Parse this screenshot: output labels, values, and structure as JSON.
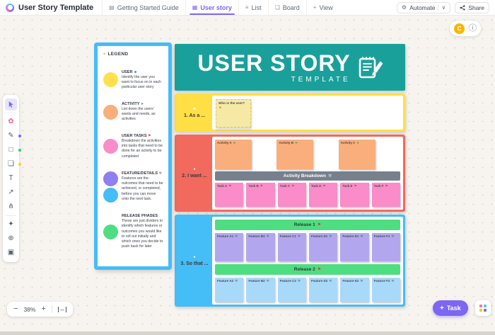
{
  "topbar": {
    "title": "User Story Template",
    "tabs": [
      {
        "label": "Getting Started Guide",
        "icon": "▤",
        "active": false
      },
      {
        "label": "User story",
        "icon": "▦",
        "active": true
      },
      {
        "label": "List",
        "icon": "≡",
        "active": false
      },
      {
        "label": "Board",
        "icon": "❏",
        "active": false
      },
      {
        "label": "View",
        "icon": "+",
        "active": false
      }
    ],
    "automate": {
      "label": "Automate",
      "gear_icon": "⚙",
      "chevron": "∨"
    },
    "share": {
      "label": "Share"
    }
  },
  "userbar": {
    "avatar_initial": "C",
    "info_icon": "ⓘ"
  },
  "toolbar": {
    "tools": [
      {
        "name": "select-tool",
        "svg": true,
        "active": true,
        "divider_after": true
      },
      {
        "name": "stickers-tool",
        "glyph": "✿",
        "color": "#f06292"
      },
      {
        "name": "pen-tool",
        "glyph": "✎",
        "dot": "#7b68ee"
      },
      {
        "name": "shape-tool",
        "glyph": "□",
        "dot": "#2ecc71"
      },
      {
        "name": "sticky-note-tool",
        "glyph": "❏",
        "dot": "#f7cc3b"
      },
      {
        "name": "text-tool",
        "glyph": "T"
      },
      {
        "name": "connector-tool",
        "glyph": "↗"
      },
      {
        "name": "mindmap-tool",
        "glyph": "⋔",
        "divider_after": true
      },
      {
        "name": "ai-tool",
        "glyph": "✦"
      },
      {
        "name": "web-tool",
        "glyph": "⊕"
      },
      {
        "name": "image-tool",
        "glyph": "▣"
      }
    ]
  },
  "legend": {
    "title": "LEGEND",
    "title_icon": "✦",
    "items": [
      {
        "label": "USER",
        "icon": "☻",
        "icon_color": "#3d7fd6",
        "circles": [
          "#ffe14d"
        ],
        "desc": "Identify the user you want to focus on in each particular user story"
      },
      {
        "label": "ACTIVITY",
        "icon": "➤",
        "icon_color": "#2e9e44",
        "circles": [
          "#f9ae7c"
        ],
        "desc": "List down the users' wants and needs, as activities"
      },
      {
        "label": "USER TASKS",
        "icon": "⚑",
        "icon_color": "#d43f33",
        "circles": [
          "#f98cc9"
        ],
        "desc": "Breakdown the activities into tasks that need to be done for an activity to be completed"
      },
      {
        "label": "FEATURE/DETAILS",
        "icon": "⚒",
        "icon_color": "#6b7480",
        "circles": [
          "#8f7ff0",
          "#45bdf7"
        ],
        "desc": "Features are the outcomes that need to be achieved, or completed, before you can move onto the next task."
      },
      {
        "label": "RELEASE PHASES",
        "icon": "",
        "icon_color": "",
        "circles": [
          "#4fdd82"
        ],
        "desc": "These are just dividers to identify which features or outcomes you would like to roll out initially and which ones you decide to push back for later"
      }
    ]
  },
  "board": {
    "title": "USER STORY",
    "subtitle": "TEMPLATE",
    "row1": {
      "label": "1. As a ...",
      "label_icon": "☻",
      "sticky_text": "Who is the user?",
      "sticky_icon": "☻"
    },
    "row2": {
      "label": "2. I want ...",
      "label_icon": "●",
      "activities": [
        "Activity A",
        "Activity B",
        "Activity C"
      ],
      "activity_icon": "➤",
      "breakdown_label": "Activity Breakdown",
      "breakdown_icon": "⚒",
      "tasks": [
        "Task A",
        "Task B",
        "Task C",
        "Task D",
        "Task E",
        "Task F"
      ],
      "task_icon": "⚑"
    },
    "row3": {
      "label": "3. So that ...",
      "label_icon": "●",
      "release1_label": "Release 1",
      "release2_label": "Release 2",
      "release_icon": "⚑",
      "features1": [
        "Feature A1",
        "Feature B1",
        "Feature C1",
        "Feature D1",
        "Feature E1",
        "Feature F1"
      ],
      "features2": [
        "Feature A2",
        "Feature B2",
        "Feature C2",
        "Feature D2",
        "Feature E2",
        "Feature F2"
      ],
      "feature_icon": "⚒"
    }
  },
  "controls": {
    "zoom_out": "−",
    "zoom_level": "38%",
    "zoom_in": "+",
    "fit_icon": "↔",
    "task_button": {
      "icon": "+",
      "label": "Task"
    }
  },
  "colors": {
    "accent_purple": "#7b68ee",
    "teal_header": "#19a09b",
    "row1_yellow": "#ffdf43",
    "row2_salmon": "#f2695d",
    "row3_blue": "#45bdf7",
    "legend_border_blue": "#45bdf7",
    "activity_orange": "#f9ae7c",
    "task_pink": "#f98cc9",
    "breakdown_gray": "#76818d",
    "release_green": "#4fdd82",
    "feature_purple": "#b2a7ef",
    "feature_lightblue": "#a9d9f9",
    "user_sticky_yellow": "#f6e9a6",
    "avatar_yellow": "#fbb500"
  }
}
